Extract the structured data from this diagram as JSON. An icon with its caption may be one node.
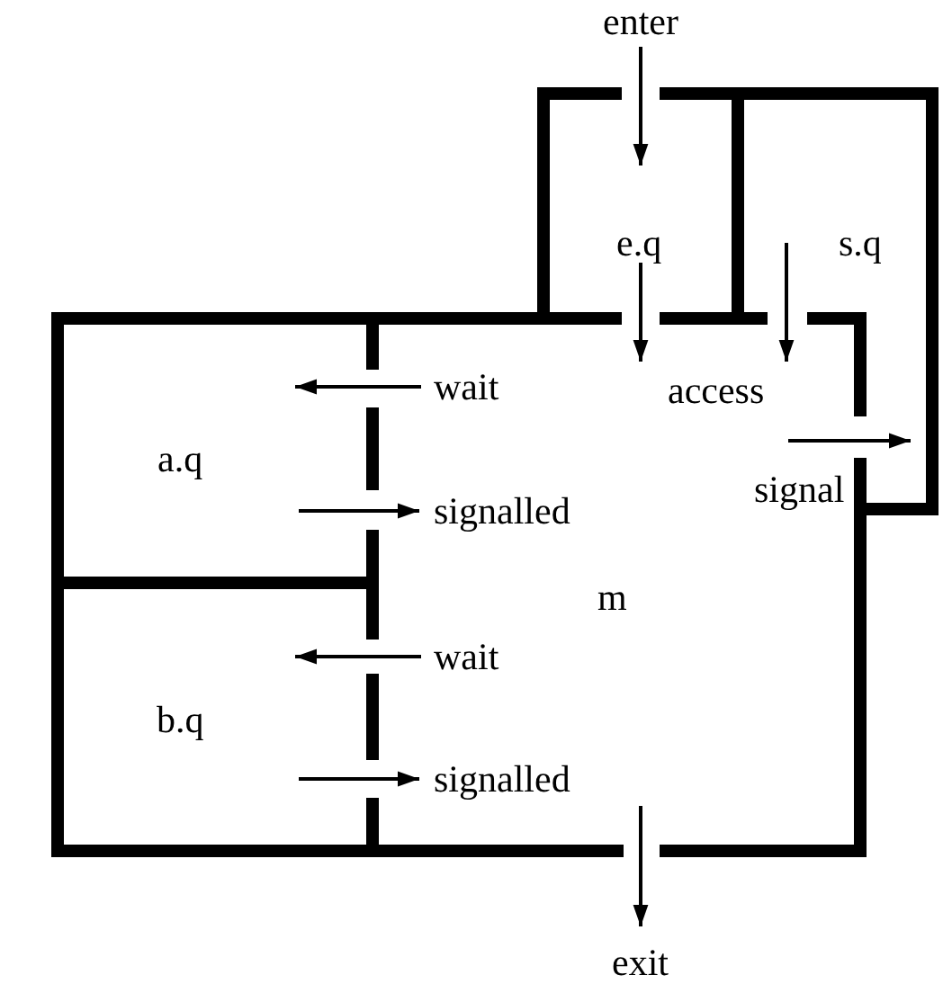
{
  "diagram": {
    "nodes": [
      {
        "text": [
          "e.q"
        ]
      },
      {
        "text": [
          "s.q"
        ]
      },
      {
        "text": [
          "a.q"
        ]
      },
      {
        "text": [
          "m"
        ]
      },
      {
        "text": [
          "b.q"
        ]
      }
    ],
    "edges": [
      {
        "from": null,
        "to": 0,
        "arrow": "to",
        "label": "enter"
      },
      {
        "from": 0,
        "to": 3,
        "arrow": "to"
      },
      {
        "from": 1,
        "to": 3,
        "arrow": "to"
      },
      {
        "from": 3,
        "to": 1,
        "arrow": "to",
        "label": "signal"
      },
      {
        "from": 3,
        "to": 2,
        "arrow": "to",
        "label": "wait"
      },
      {
        "from": 2,
        "to": 3,
        "arrow": "to",
        "label": "signalled"
      },
      {
        "from": 3,
        "to": 4,
        "arrow": "to",
        "label": "wait"
      },
      {
        "from": 4,
        "to": 3,
        "arrow": "to",
        "label": "signalled"
      },
      {
        "from": 3,
        "to": null,
        "arrow": "to",
        "label": "exit"
      }
    ],
    "labels": [
      "access"
    ]
  }
}
